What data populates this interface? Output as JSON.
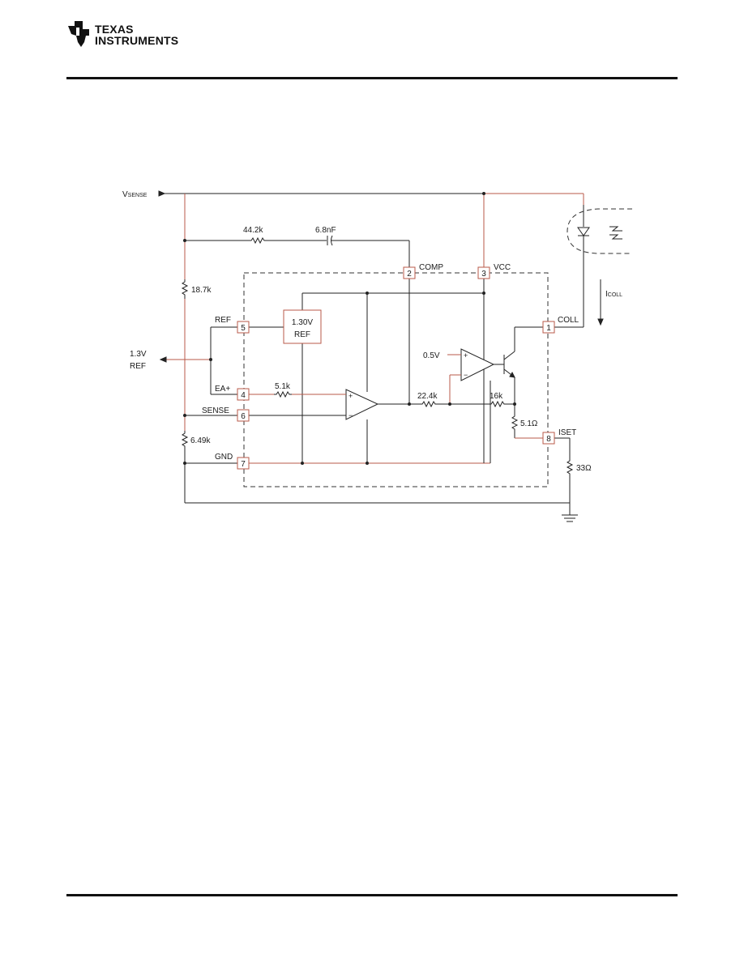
{
  "header": {
    "logo_line1": "Texas",
    "logo_line2": "Instruments"
  },
  "diagram": {
    "signals": {
      "vsense_main": "V",
      "vsense_sub": "SENSE",
      "ref_out_line1": "1.3V",
      "ref_out_line2": "REF",
      "icoll_main": "I",
      "icoll_sub": "COLL"
    },
    "components": {
      "r_44k2": "44.2k",
      "c_6n8": "6.8nF",
      "r_18k7": "18.7k",
      "r_6k49": "6.49k",
      "r_5k1": "5.1k",
      "r_22k4": "22.4k",
      "r_16k": "16k",
      "r_5r1": "5.1Ω",
      "r_33r": "33Ω",
      "vref_block_line1": "1.30V",
      "vref_block_line2": "REF",
      "v_0v5": "0.5V"
    },
    "pins": [
      {
        "num": "1",
        "name": "COLL"
      },
      {
        "num": "2",
        "name": "COMP"
      },
      {
        "num": "3",
        "name": "VCC"
      },
      {
        "num": "4",
        "name": "EA+"
      },
      {
        "num": "5",
        "name": "REF"
      },
      {
        "num": "6",
        "name": "SENSE"
      },
      {
        "num": "7",
        "name": "GND"
      },
      {
        "num": "8",
        "name": "ISET"
      }
    ],
    "opamp_signs": {
      "plus": "+",
      "minus": "−"
    }
  },
  "colors": {
    "wire_dark": "#222222",
    "wire_red": "#b85a4a",
    "dash": "#333333"
  }
}
